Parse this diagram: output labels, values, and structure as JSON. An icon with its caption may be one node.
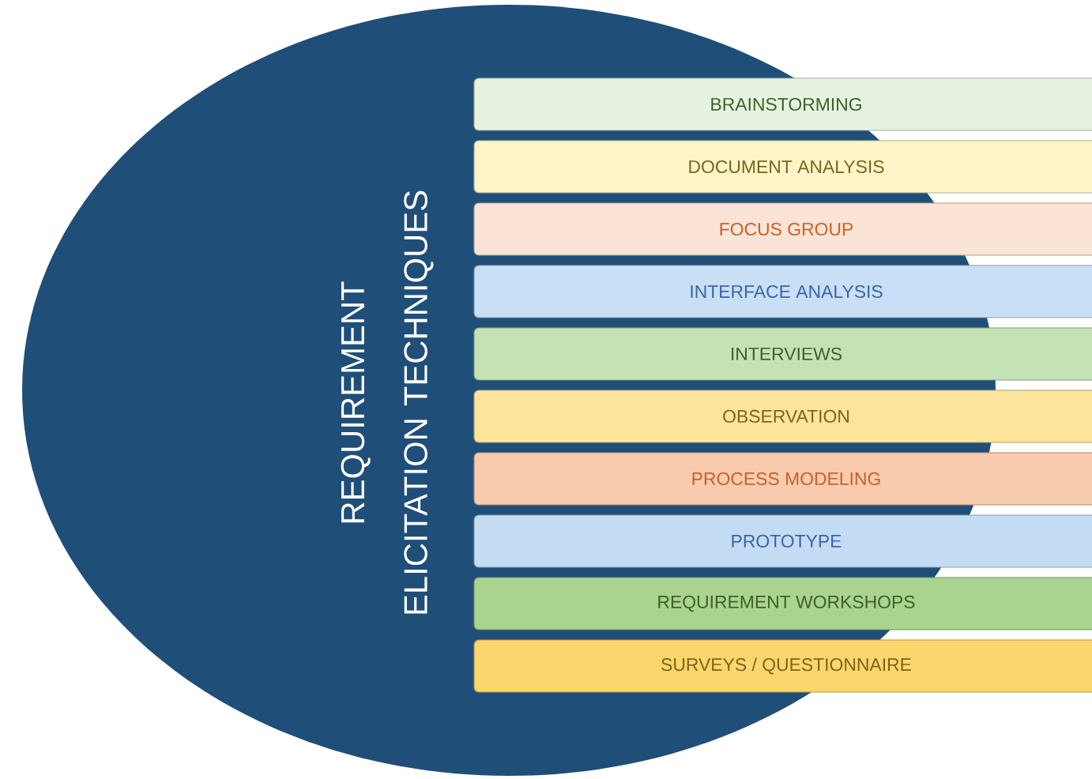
{
  "diagram": {
    "nodes": [
      {
        "text": [
          "REQUIREMENT ELICITATION TECHNIQUES"
        ]
      },
      {
        "text": [
          "BRAINSTORMING"
        ]
      },
      {
        "text": [
          "DOCUMENT ANALYSIS"
        ]
      },
      {
        "text": [
          "FOCUS GROUP"
        ]
      },
      {
        "text": [
          "INTERFACE ANALYSIS"
        ]
      },
      {
        "text": [
          "INTERVIEWS"
        ]
      },
      {
        "text": [
          "OBSERVATION"
        ]
      },
      {
        "text": [
          "PROCESS MODELING"
        ]
      },
      {
        "text": [
          "PROTOTYPE"
        ]
      },
      {
        "text": [
          "REQUIREMENT WORKSHOPS"
        ]
      },
      {
        "text": [
          "SURVEYS / QUESTIONNAIRE"
        ]
      }
    ]
  }
}
